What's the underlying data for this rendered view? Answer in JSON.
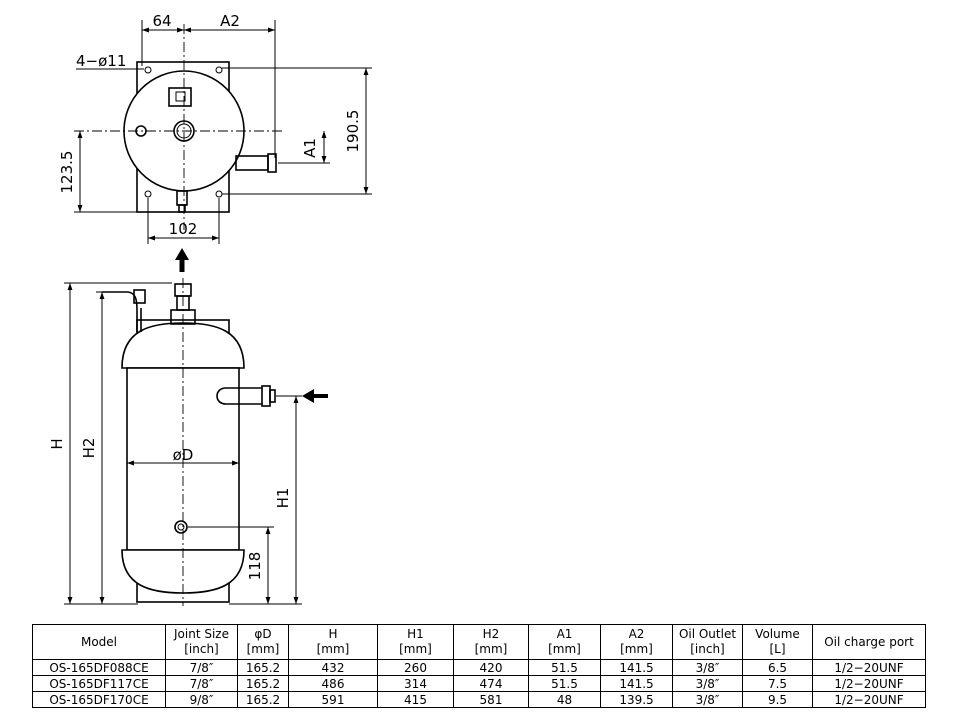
{
  "top_view": {
    "dim_64": "64",
    "dim_a2": "A2",
    "hole_label": "4−ø11",
    "dim_1905": "190.5",
    "dim_a1": "A1",
    "dim_1235": "123.5",
    "dim_102": "102"
  },
  "side_view": {
    "dim_h": "H",
    "dim_h2": "H2",
    "dim_d": "øD",
    "dim_h1": "H1",
    "dim_118": "118"
  },
  "table": {
    "headers": [
      {
        "label": "Model",
        "unit": ""
      },
      {
        "label": "Joint Size",
        "unit": "[inch]"
      },
      {
        "label": "φD",
        "unit": "[mm]"
      },
      {
        "label": "H",
        "unit": "[mm]"
      },
      {
        "label": "H1",
        "unit": "[mm]"
      },
      {
        "label": "H2",
        "unit": "[mm]"
      },
      {
        "label": "A1",
        "unit": "[mm]"
      },
      {
        "label": "A2",
        "unit": "[mm]"
      },
      {
        "label": "Oil Outlet",
        "unit": "[inch]"
      },
      {
        "label": "Volume",
        "unit": "[L]"
      },
      {
        "label": "Oil charge port",
        "unit": ""
      }
    ],
    "rows": [
      [
        "OS-165DF088CE",
        "7/8″",
        "165.2",
        "432",
        "260",
        "420",
        "51.5",
        "141.5",
        "3/8″",
        "6.5",
        "1/2−20UNF"
      ],
      [
        "OS-165DF117CE",
        "7/8″",
        "165.2",
        "486",
        "314",
        "474",
        "51.5",
        "141.5",
        "3/8″",
        "7.5",
        "1/2−20UNF"
      ],
      [
        "OS-165DF170CE",
        "9/8″",
        "165.2",
        "591",
        "415",
        "581",
        "48",
        "139.5",
        "3/8″",
        "9.5",
        "1/2−20UNF"
      ]
    ]
  }
}
